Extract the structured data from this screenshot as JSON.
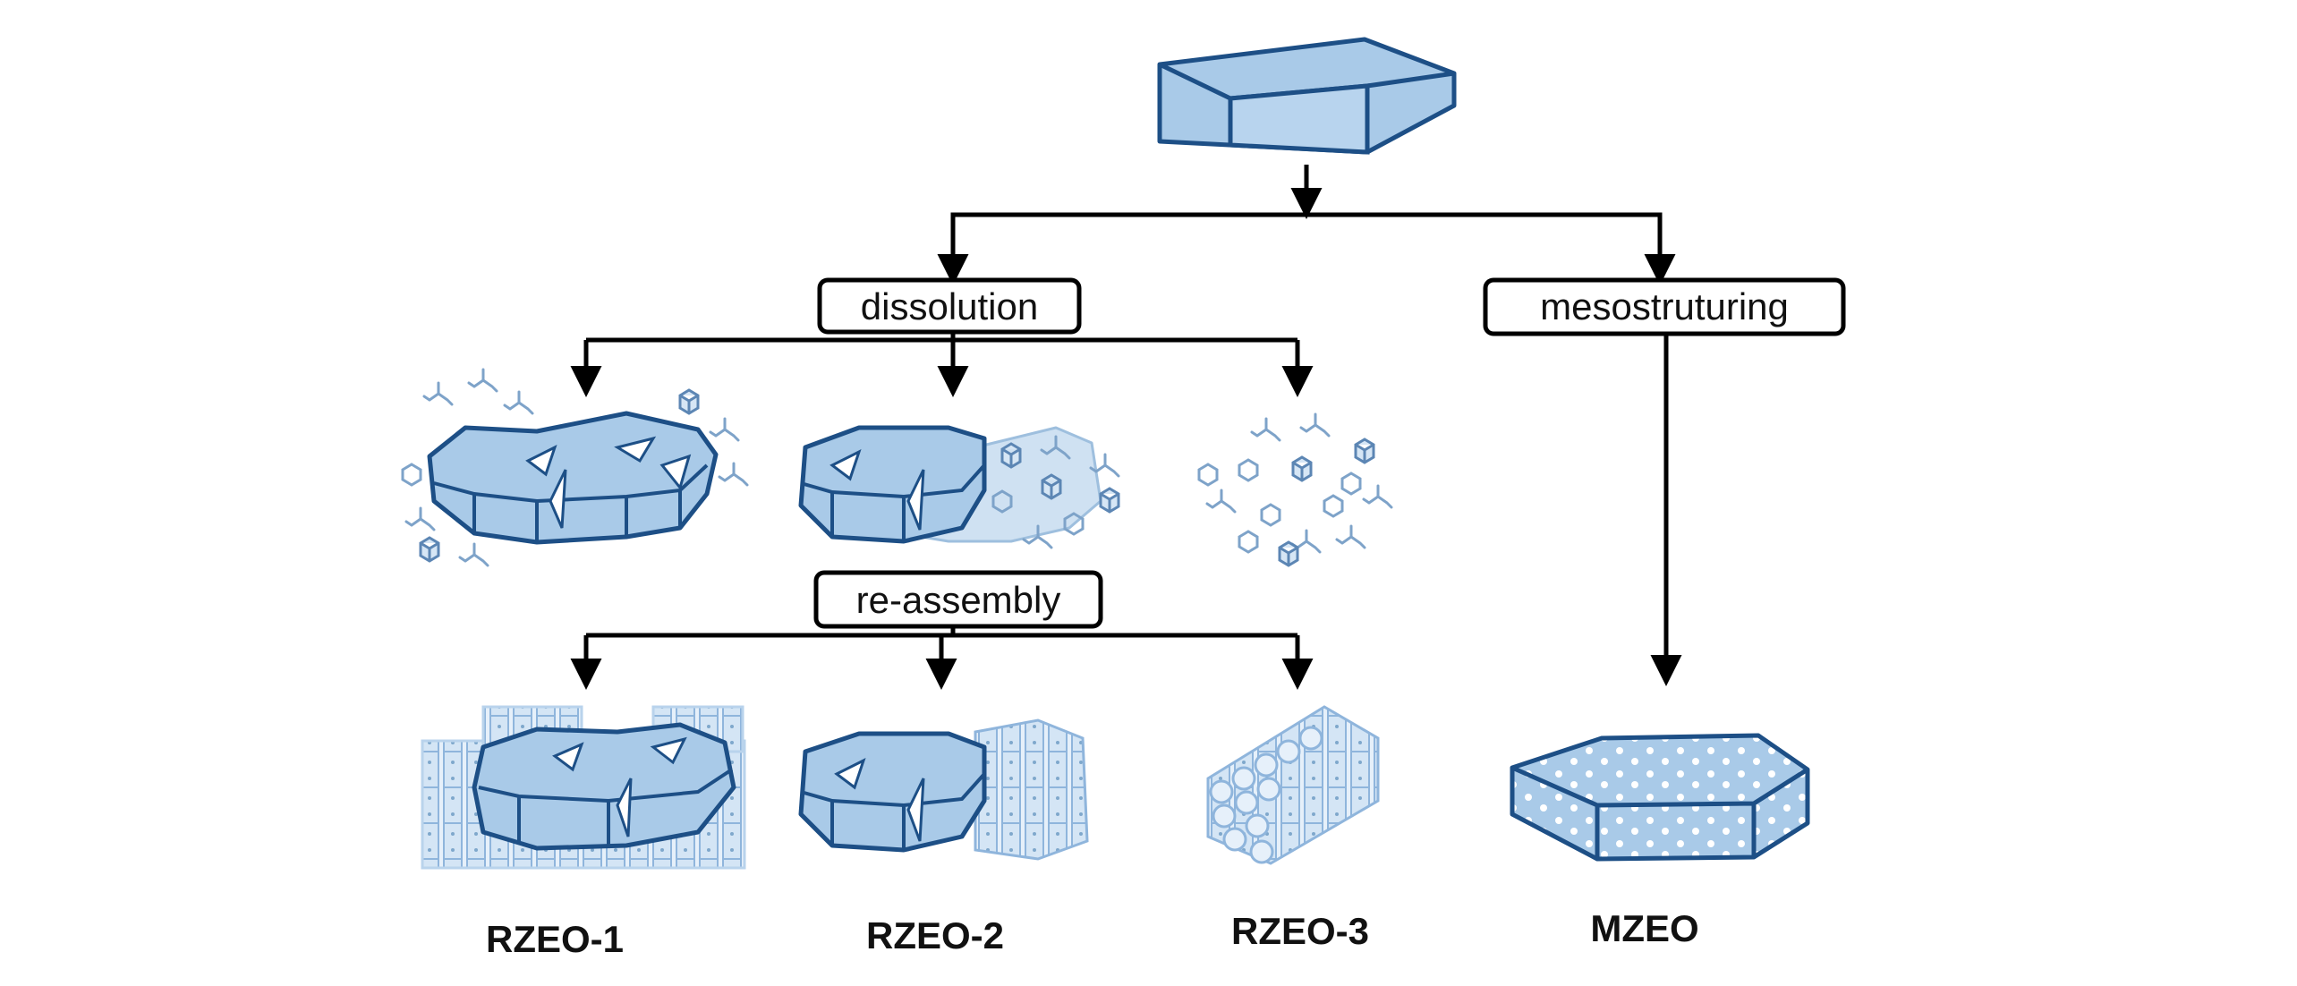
{
  "steps": {
    "dissolution": "dissolution",
    "mesostructuring": "mesostruturing",
    "reassembly": "re-assembly"
  },
  "products": {
    "rzeo1": "RZEO-1",
    "rzeo2": "RZEO-2",
    "rzeo3": "RZEO-3",
    "mzeo": "MZEO"
  },
  "colors": {
    "fill": "#a9cae8",
    "fill_light": "#cfe1f2",
    "stroke": "#1d4f86",
    "fragment": "#7ea3c9",
    "line": "#000000"
  }
}
